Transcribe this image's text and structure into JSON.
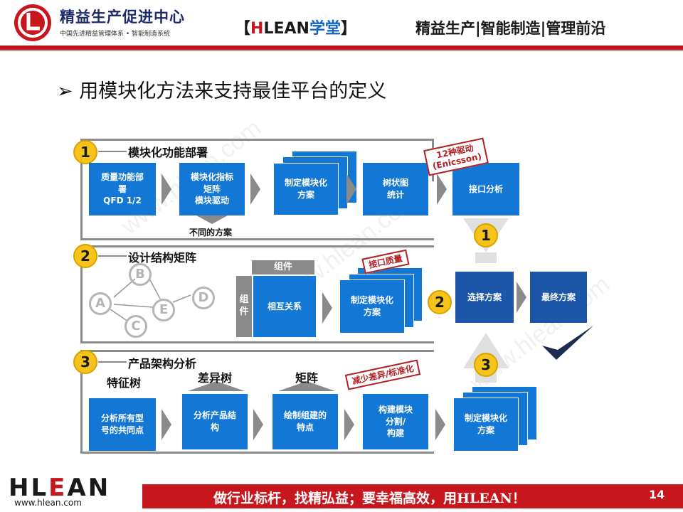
{
  "header": {
    "org_name": "精益生产促进中心",
    "org_sub": "中国先进精益管理体系 • 智能制造系统",
    "brand_open": "【",
    "brand_h": "H",
    "brand_rest": "LEAN",
    "brand_xt": "学堂",
    "brand_close": "】",
    "slogan": "精益生产|智能制造|管理前沿"
  },
  "title": "用模块化方法来支持最佳平台的定义",
  "bullet": "➢",
  "watermark": "www.hlean.com",
  "section1": {
    "num": "1",
    "label": "模块化功能部署",
    "boxes": [
      "质量功能部\n署\nQFD 1/2",
      "模块化指标\n矩阵\n模块驱动",
      "制定模块化\n方案",
      "树状图\n统计",
      "接口分析"
    ],
    "note": "不同的方案",
    "stamp": "12种驱动\n(Enicsson)"
  },
  "section2": {
    "num": "2",
    "label": "设计结构矩阵",
    "letters": [
      "A",
      "B",
      "C",
      "D",
      "E"
    ],
    "top_bar": "组件",
    "side_bar": "组\n件",
    "matrix": "相互关系",
    "plan": "制定模块化\n方案",
    "stamp": "接口质量"
  },
  "section3": {
    "num": "3",
    "label": "产品架构分析",
    "tags": [
      "特征树",
      "差异树",
      "矩阵"
    ],
    "boxes": [
      "分析所有型\n号的共同点",
      "分析产品结\n构",
      "绘制组建的\n特点",
      "构建模块\n分割/\n构建",
      "制定模块化\n方案"
    ],
    "stamp": "减少差异/标准化"
  },
  "result": {
    "select": "选择方案",
    "final": "最终方案",
    "arrow_nums": [
      "1",
      "2",
      "3"
    ]
  },
  "footer": {
    "logo_h": "H",
    "logo_l": "L",
    "logo_e": "E",
    "logo_an": "AN",
    "url": "www.hlean.com",
    "slogan": "做行业标杆，找精弘益；要幸福高效，用HLEAN！",
    "page": "14"
  }
}
